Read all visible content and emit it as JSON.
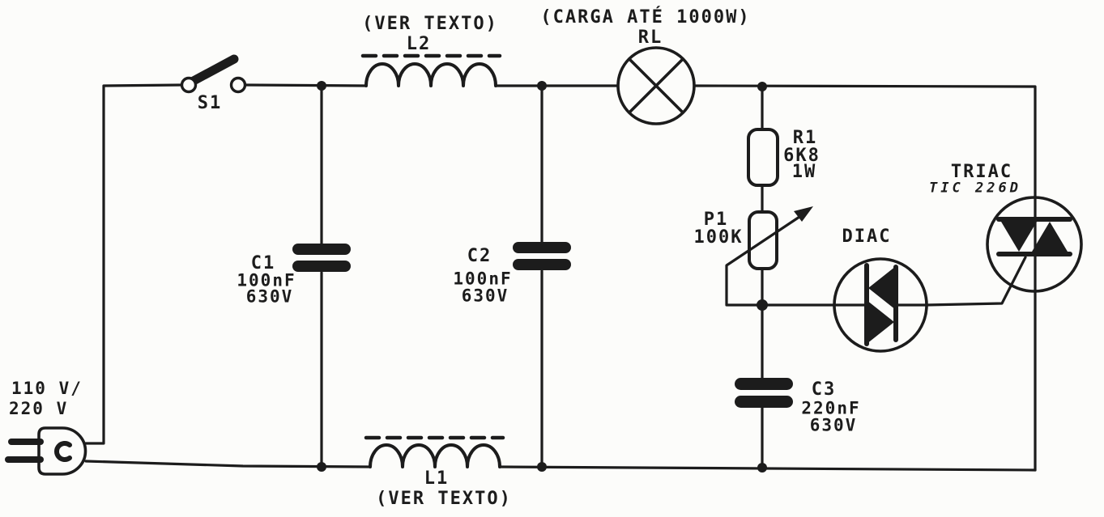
{
  "meta": {
    "description": "Hand-drawn schematic of a TRIAC lamp dimmer with RFI filter",
    "ink_color": "#1c1c1c",
    "background_color": "#fcfcfa"
  },
  "source": {
    "line1": "110 V/",
    "line2": "220 V"
  },
  "switch_s1": {
    "ref": "S1"
  },
  "filter": {
    "l2": {
      "ref": "L2",
      "note": "(VER TEXTO)"
    },
    "l1": {
      "ref": "L1",
      "note": "(VER TEXTO)"
    },
    "c1": {
      "ref": "C1",
      "value": "100nF",
      "voltage": "630V"
    },
    "c2": {
      "ref": "C2",
      "value": "100nF",
      "voltage": "630V"
    }
  },
  "load_rl": {
    "ref": "RL",
    "note": "(CARGA ATÉ 1000W)"
  },
  "r1": {
    "ref": "R1",
    "value": "6K8",
    "power": "1W"
  },
  "p1": {
    "ref": "P1",
    "value": "100K"
  },
  "c3": {
    "ref": "C3",
    "value": "220nF",
    "voltage": "630V"
  },
  "diac": {
    "ref": "DIAC"
  },
  "triac": {
    "ref": "TRIAC",
    "part": "TIC 226D"
  }
}
